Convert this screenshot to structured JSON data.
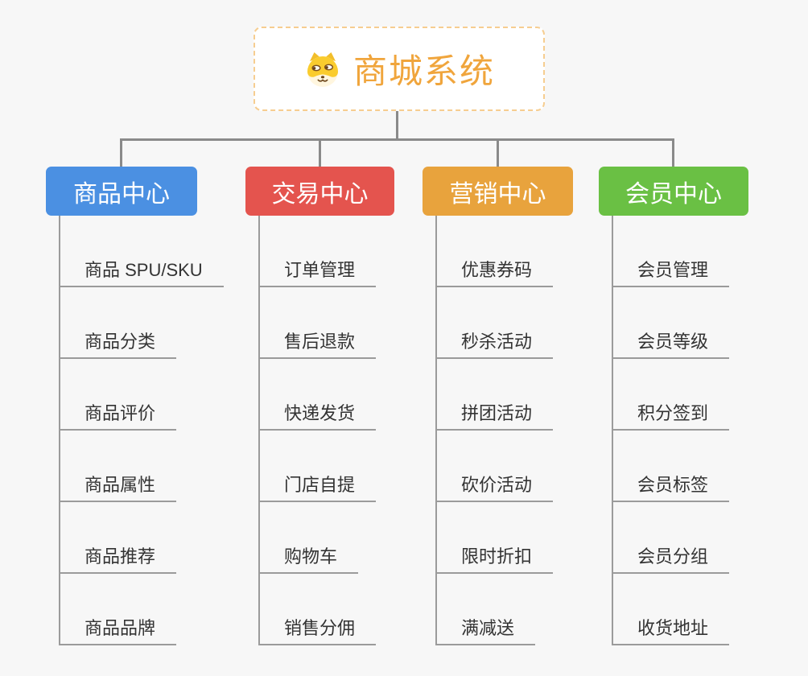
{
  "root": {
    "title": "商城系统",
    "icon": "doge-icon"
  },
  "branches": [
    {
      "label": "商品中心",
      "color": "#4b90e2",
      "items": [
        "商品 SPU/SKU",
        "商品分类",
        "商品评价",
        "商品属性",
        "商品推荐",
        "商品品牌"
      ]
    },
    {
      "label": "交易中心",
      "color": "#e4544e",
      "items": [
        "订单管理",
        "售后退款",
        "快递发货",
        "门店自提",
        "购物车",
        "销售分佣"
      ]
    },
    {
      "label": "营销中心",
      "color": "#e8a33d",
      "items": [
        "优惠券码",
        "秒杀活动",
        "拼团活动",
        "砍价活动",
        "限时折扣",
        "满减送"
      ]
    },
    {
      "label": "会员中心",
      "color": "#6ac044",
      "items": [
        "会员管理",
        "会员等级",
        "积分签到",
        "会员标签",
        "会员分组",
        "收货地址"
      ]
    }
  ],
  "colors": {
    "background": "#f7f7f7",
    "connector": "#8a8a8a",
    "underline": "#9b9b9b",
    "root_title": "#f0a53c",
    "root_border": "#f6cd90",
    "item_text": "#333333"
  }
}
